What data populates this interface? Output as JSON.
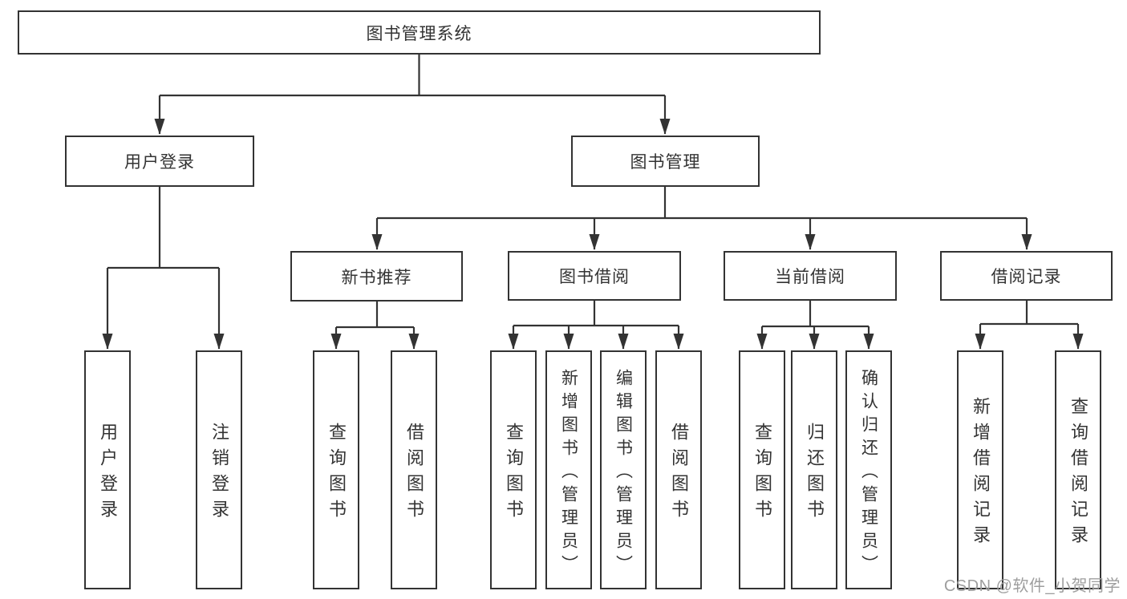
{
  "diagram_title": "图书管理系统",
  "tree": {
    "root": {
      "label": "图书管理系统"
    },
    "branches": [
      {
        "label": "用户登录",
        "leaves": [
          "用户登录",
          "注销登录"
        ]
      },
      {
        "label": "图书管理",
        "groups": [
          {
            "label": "新书推荐",
            "leaves": [
              "查询图书",
              "借阅图书"
            ]
          },
          {
            "label": "图书借阅",
            "leaves": [
              "查询图书",
              "新增图书（管理员）",
              "编辑图书（管理员）",
              "借阅图书"
            ]
          },
          {
            "label": "当前借阅",
            "leaves": [
              "查询图书",
              "归还图书",
              "确认归还（管理员）"
            ]
          },
          {
            "label": "借阅记录",
            "leaves": [
              "新增借阅记录",
              "查询借阅记录"
            ]
          }
        ]
      }
    ]
  },
  "watermark": {
    "text": "CSDN @软件_小贺同学"
  },
  "colors": {
    "line": "#333333",
    "box_border": "#333333",
    "text": "#333333",
    "background": "#ffffff",
    "watermark": "#9e9e9e"
  }
}
